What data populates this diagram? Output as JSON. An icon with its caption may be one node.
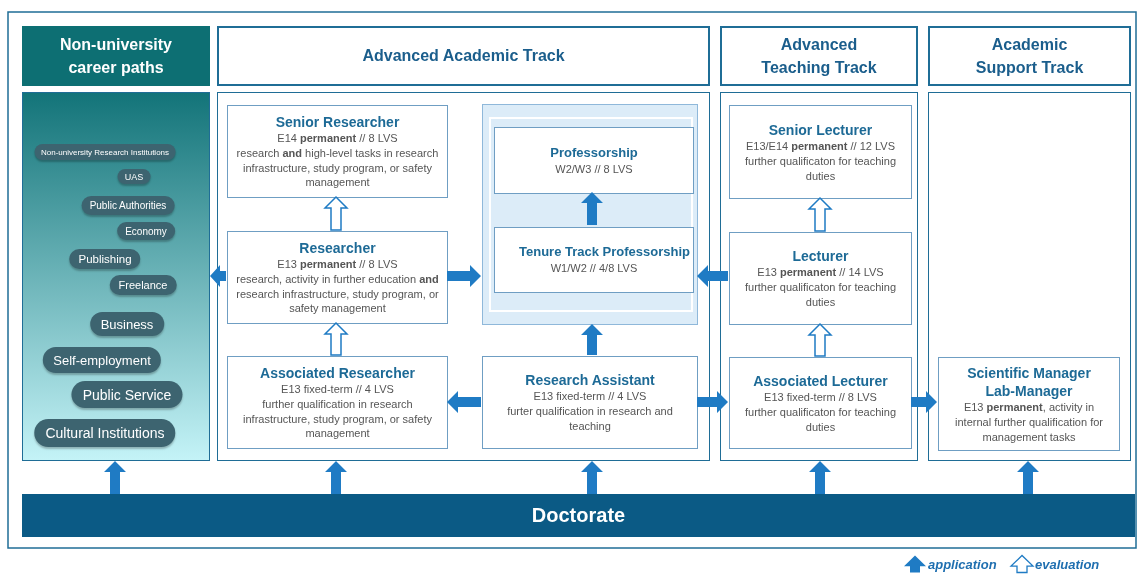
{
  "diagram": {
    "nodes": [
      {
        "text": [
          "Non-university career paths"
        ]
      },
      {
        "text": [
          "Advanced Academic Track"
        ]
      },
      {
        "text": [
          "Advanced Teaching Track"
        ]
      },
      {
        "text": [
          "Academic Support Track"
        ]
      },
      {
        "text": [],
        "shape": "box"
      },
      {
        "text": [
          "Non-university Research Institutions"
        ],
        "in": 4
      },
      {
        "text": [
          "UAS"
        ],
        "in": 4
      },
      {
        "text": [
          "Public Authorities"
        ],
        "in": 4
      },
      {
        "text": [
          "Economy"
        ],
        "in": 4
      },
      {
        "text": [
          "Publishing"
        ],
        "in": 4
      },
      {
        "text": [
          "Freelance"
        ],
        "in": 4
      },
      {
        "text": [
          "Business"
        ],
        "in": 4
      },
      {
        "text": [
          "Self-employment"
        ],
        "in": 4
      },
      {
        "text": [
          "Public Service"
        ],
        "in": 4
      },
      {
        "text": [
          "Cultural Institutions"
        ],
        "in": 4
      },
      {
        "text": [],
        "shape": "box"
      },
      {
        "text": [
          "Senior Researcher",
          "E14 **permanent** // 8 LVS",
          "research **and** high-level tasks in research infrastructure, study program, or safety management"
        ],
        "in": 15
      },
      {
        "text": [
          "Researcher",
          "E13 **permanent** // 8 LVS",
          "research, activity in further education **and** research infrastructure, study program, or safety management"
        ],
        "in": 15
      },
      {
        "text": [
          "Associated Researcher",
          "E13 fixed-term // 4 LVS",
          "further qualification in research infrastructure, study program, or safety management"
        ],
        "in": 15
      },
      {
        "text": [],
        "shape": "box",
        "in": 15
      },
      {
        "text": [
          "Professorship",
          "W2/W3 // 8 LVS"
        ],
        "in": 19
      },
      {
        "text": [
          "Tenure Track Professorship",
          "W1/W2 // 4/8 LVS"
        ],
        "in": 19
      },
      {
        "text": [
          "Research Assistant",
          "E13 fixed-term // 4 LVS",
          "furter qualification in research and teaching"
        ],
        "in": 15
      },
      {
        "text": [],
        "shape": "box"
      },
      {
        "text": [
          "Senior Lecturer",
          "E13/E14 **permanent** // 12 LVS",
          "further qualificaton for teaching duties"
        ],
        "in": 23
      },
      {
        "text": [
          "Lecturer",
          "E13 **permanent** // 14 LVS",
          "further qualificaton for teaching duties"
        ],
        "in": 23
      },
      {
        "text": [
          "Associated Lecturer",
          "E13 fixed-term // 8 LVS",
          "further qualificaton for teaching duties"
        ],
        "in": 23
      },
      {
        "text": [],
        "shape": "box"
      },
      {
        "text": [
          "Scientific Manager Lab-Manager",
          "E13 **permanent**, activity in internal further qualification for management tasks"
        ],
        "in": 27
      },
      {
        "text": [
          "Doctorate"
        ]
      }
    ],
    "edges": [
      {
        "from": 17,
        "to": 4,
        "arrow": "to"
      },
      {
        "from": 17,
        "to": 16,
        "arrow": "to",
        "color": "#ffffff"
      },
      {
        "from": 18,
        "to": 17,
        "arrow": "to",
        "color": "#ffffff"
      },
      {
        "from": 17,
        "to": 19,
        "arrow": "to"
      },
      {
        "from": 21,
        "to": 20,
        "arrow": "to"
      },
      {
        "from": 22,
        "to": 19,
        "arrow": "to"
      },
      {
        "from": 22,
        "to": 18,
        "arrow": "to"
      },
      {
        "from": 25,
        "to": 19,
        "arrow": "to"
      },
      {
        "from": 22,
        "to": 26,
        "arrow": "to"
      },
      {
        "from": 25,
        "to": 24,
        "arrow": "to",
        "color": "#ffffff"
      },
      {
        "from": 26,
        "to": 25,
        "arrow": "to",
        "color": "#ffffff"
      },
      {
        "from": 26,
        "to": 28,
        "arrow": "to"
      },
      {
        "from": 29,
        "to": 4,
        "arrow": "to"
      },
      {
        "from": 29,
        "to": 15,
        "arrow": "to"
      },
      {
        "from": 29,
        "to": 15,
        "arrow": "to"
      },
      {
        "from": 29,
        "to": 23,
        "arrow": "to"
      },
      {
        "from": 29,
        "to": 27,
        "arrow": "to"
      }
    ],
    "legend": [
      {
        "text": "application"
      },
      {
        "text": "evaluation"
      }
    ]
  }
}
